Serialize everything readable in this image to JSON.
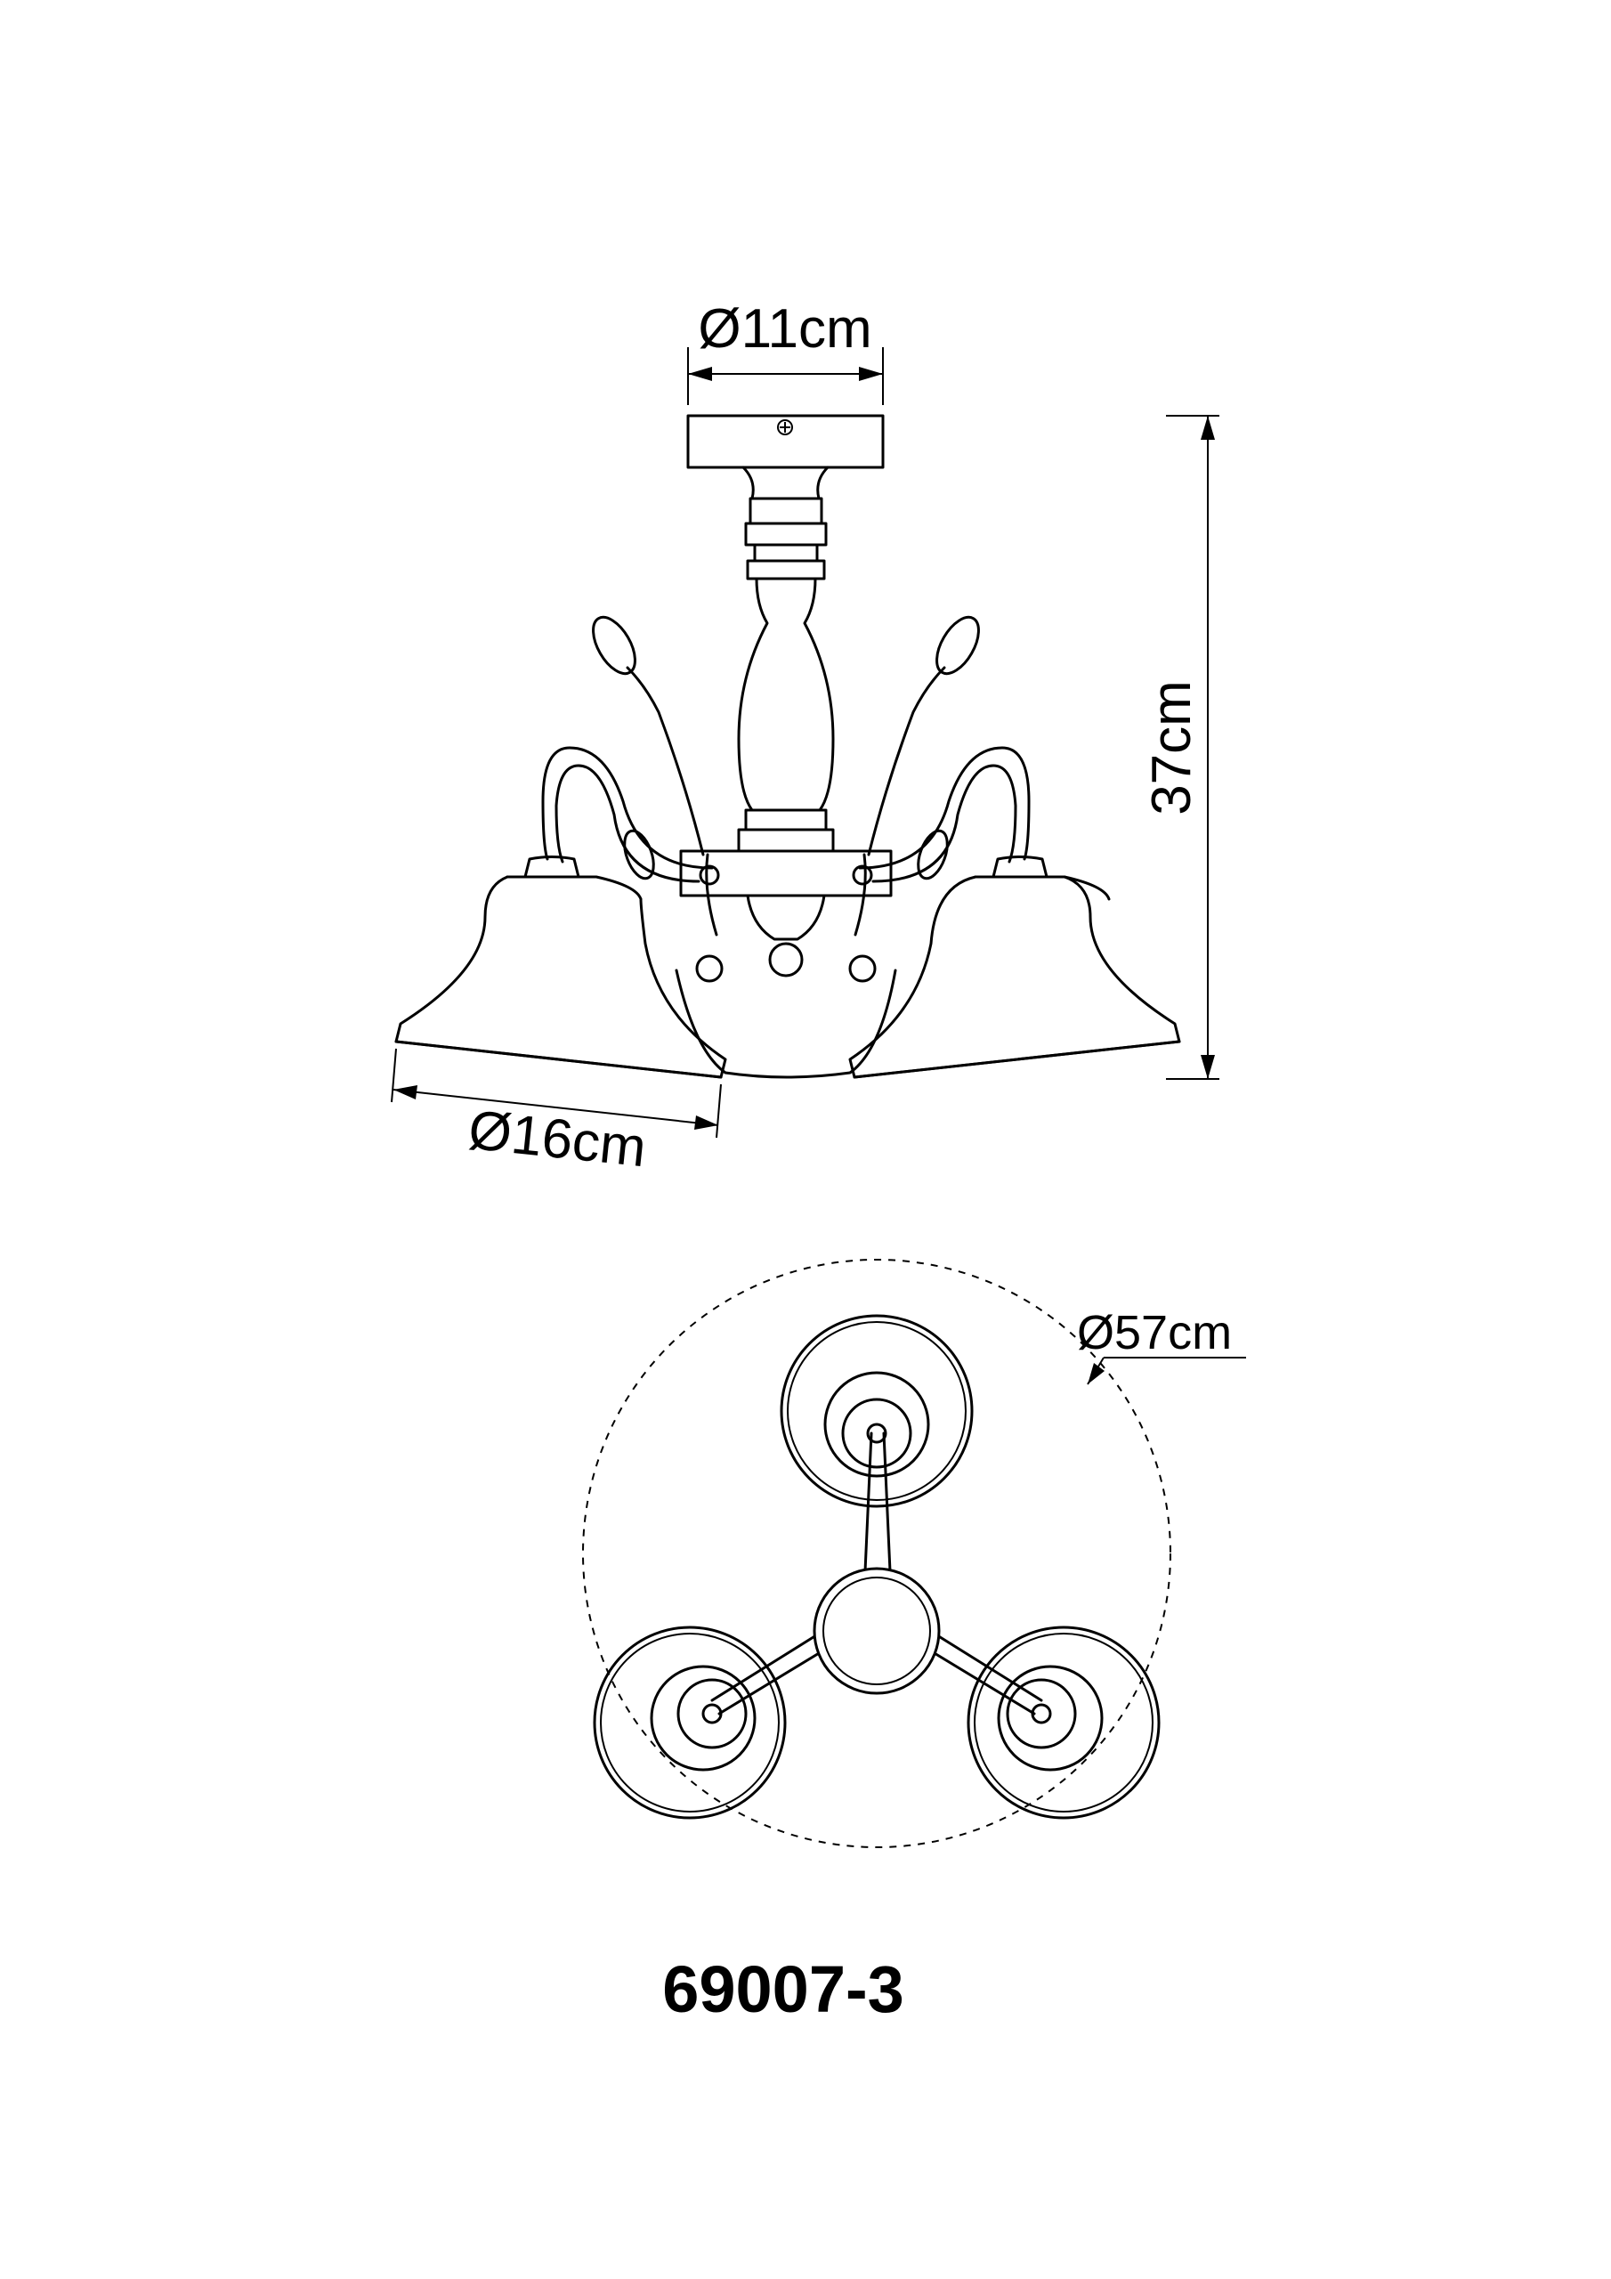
{
  "dimensions": {
    "canopy_diameter": "Ø11cm",
    "height": "37cm",
    "shade_diameter": "Ø16cm",
    "overall_diameter": "Ø57cm"
  },
  "model_number": "69007-3",
  "colors": {
    "line": "#000000",
    "background": "#ffffff"
  }
}
